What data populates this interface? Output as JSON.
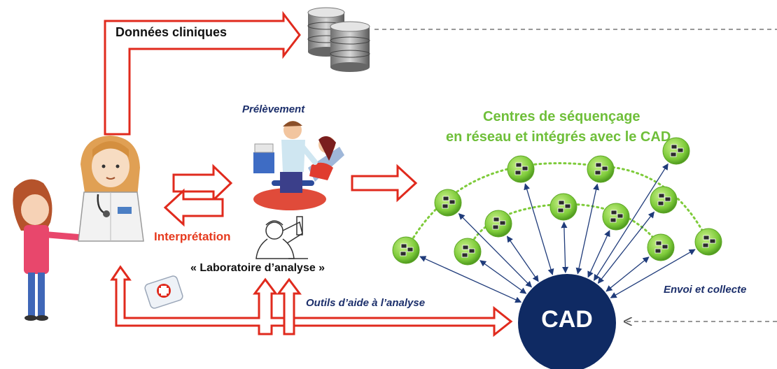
{
  "labels": {
    "donnees_cliniques": "Données cliniques",
    "prelevement": "Prélèvement",
    "centres_line1": "Centres de séquençage",
    "centres_line2": "en réseau et intégrés avec le CAD",
    "interpretation": "Interprétation",
    "laboratoire": "« Laboratoire d’analyse »",
    "outils": "Outils d’aide à l’analyse",
    "envoi": "Envoi et collecte",
    "cad": "CAD"
  },
  "colors": {
    "arrow_red": "#e02a1d",
    "green_node": "#7ecb3a",
    "network_line": "#1f3b7a",
    "cad_fill": "#0f2a63",
    "heading_green": "#6fbf3a",
    "label_navy": "#1c2f6b"
  }
}
